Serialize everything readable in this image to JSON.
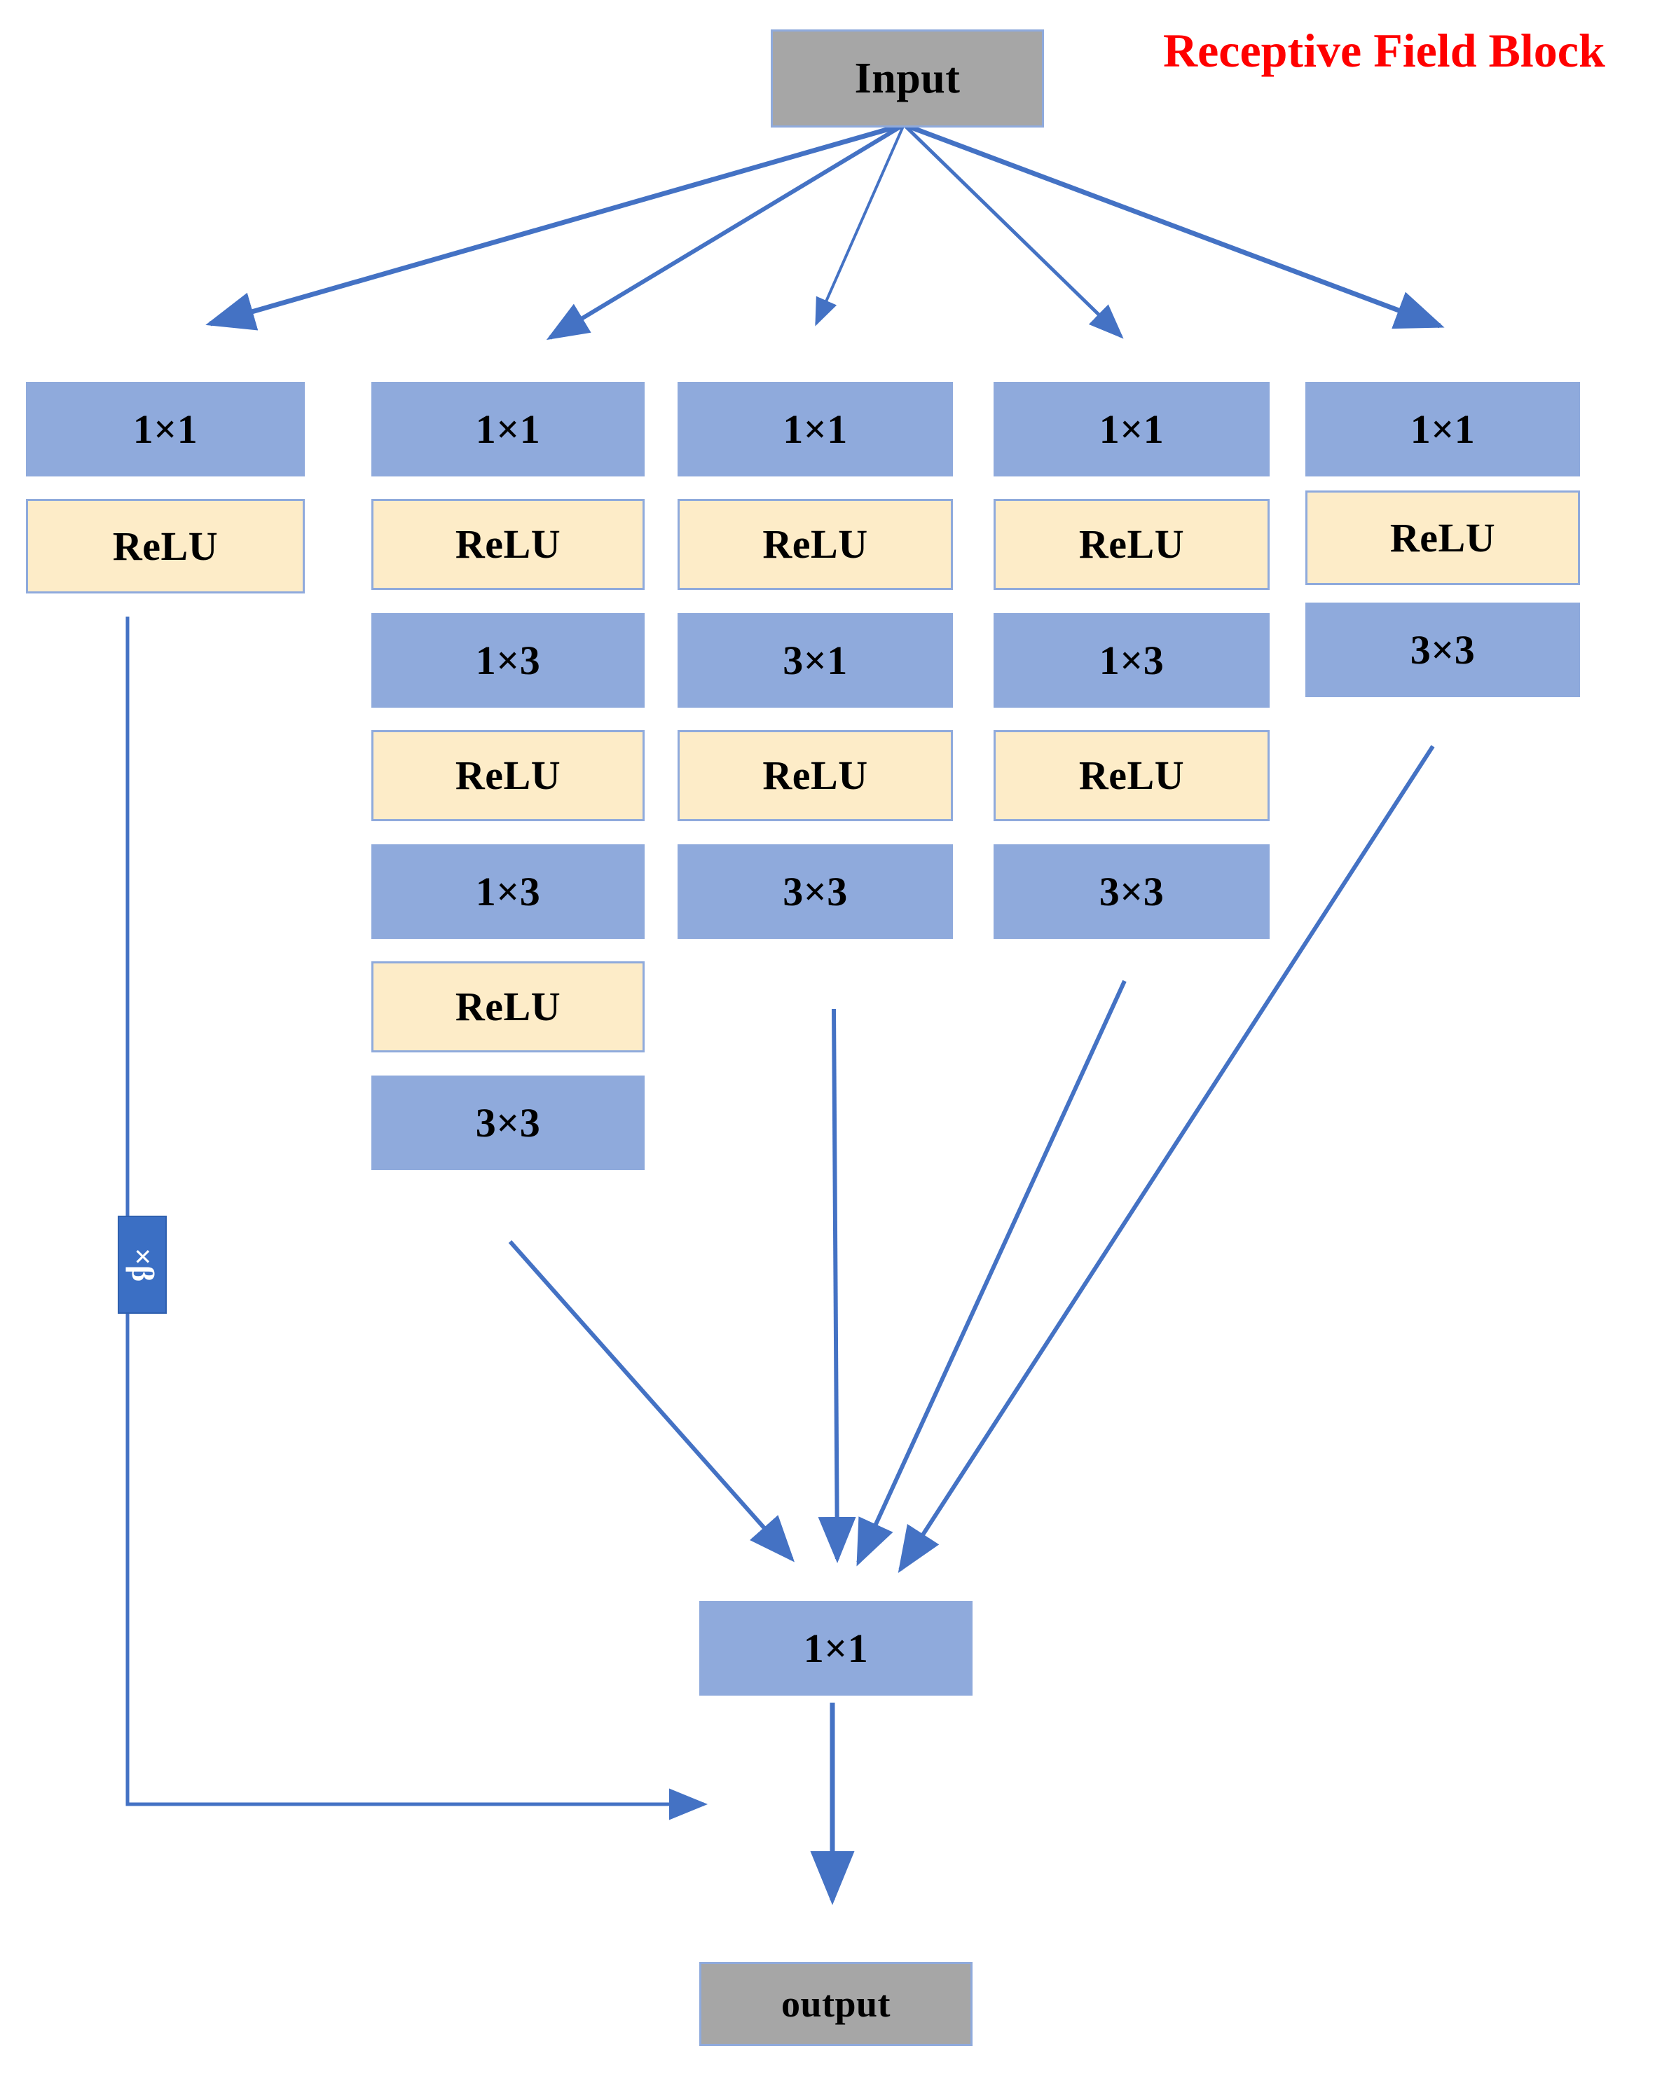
{
  "diagram": {
    "title": "Receptive Field Block",
    "title_color": "#ff0000",
    "input_label": "Input",
    "output_label": "output",
    "merge_label": "1×1",
    "shortcut_scale_label": "×β",
    "colors": {
      "conv_fill": "#8faadc",
      "relu_fill": "#fdecc8",
      "io_fill": "#a6a6a6",
      "arrow": "#4472c4",
      "scale_tag_fill": "#3b6fc4"
    },
    "branches": [
      {
        "name": "branch-1",
        "steps": [
          {
            "label": "1×1",
            "kind": "conv"
          },
          {
            "label": "ReLU",
            "kind": "relu"
          }
        ]
      },
      {
        "name": "branch-2",
        "steps": [
          {
            "label": "1×1",
            "kind": "conv"
          },
          {
            "label": "ReLU",
            "kind": "relu"
          },
          {
            "label": "1×3",
            "kind": "conv"
          },
          {
            "label": "ReLU",
            "kind": "relu"
          },
          {
            "label": "1×3",
            "kind": "conv"
          },
          {
            "label": "ReLU",
            "kind": "relu"
          },
          {
            "label": "3×3",
            "kind": "conv"
          }
        ]
      },
      {
        "name": "branch-3",
        "steps": [
          {
            "label": "1×1",
            "kind": "conv"
          },
          {
            "label": "ReLU",
            "kind": "relu"
          },
          {
            "label": "3×1",
            "kind": "conv"
          },
          {
            "label": "ReLU",
            "kind": "relu"
          },
          {
            "label": "3×3",
            "kind": "conv"
          }
        ]
      },
      {
        "name": "branch-4",
        "steps": [
          {
            "label": "1×1",
            "kind": "conv"
          },
          {
            "label": "ReLU",
            "kind": "relu"
          },
          {
            "label": "1×3",
            "kind": "conv"
          },
          {
            "label": "ReLU",
            "kind": "relu"
          },
          {
            "label": "3×3",
            "kind": "conv"
          }
        ]
      },
      {
        "name": "branch-5",
        "steps": [
          {
            "label": "1×1",
            "kind": "conv"
          },
          {
            "label": "ReLU",
            "kind": "relu"
          },
          {
            "label": "3×3",
            "kind": "conv"
          }
        ]
      }
    ]
  }
}
